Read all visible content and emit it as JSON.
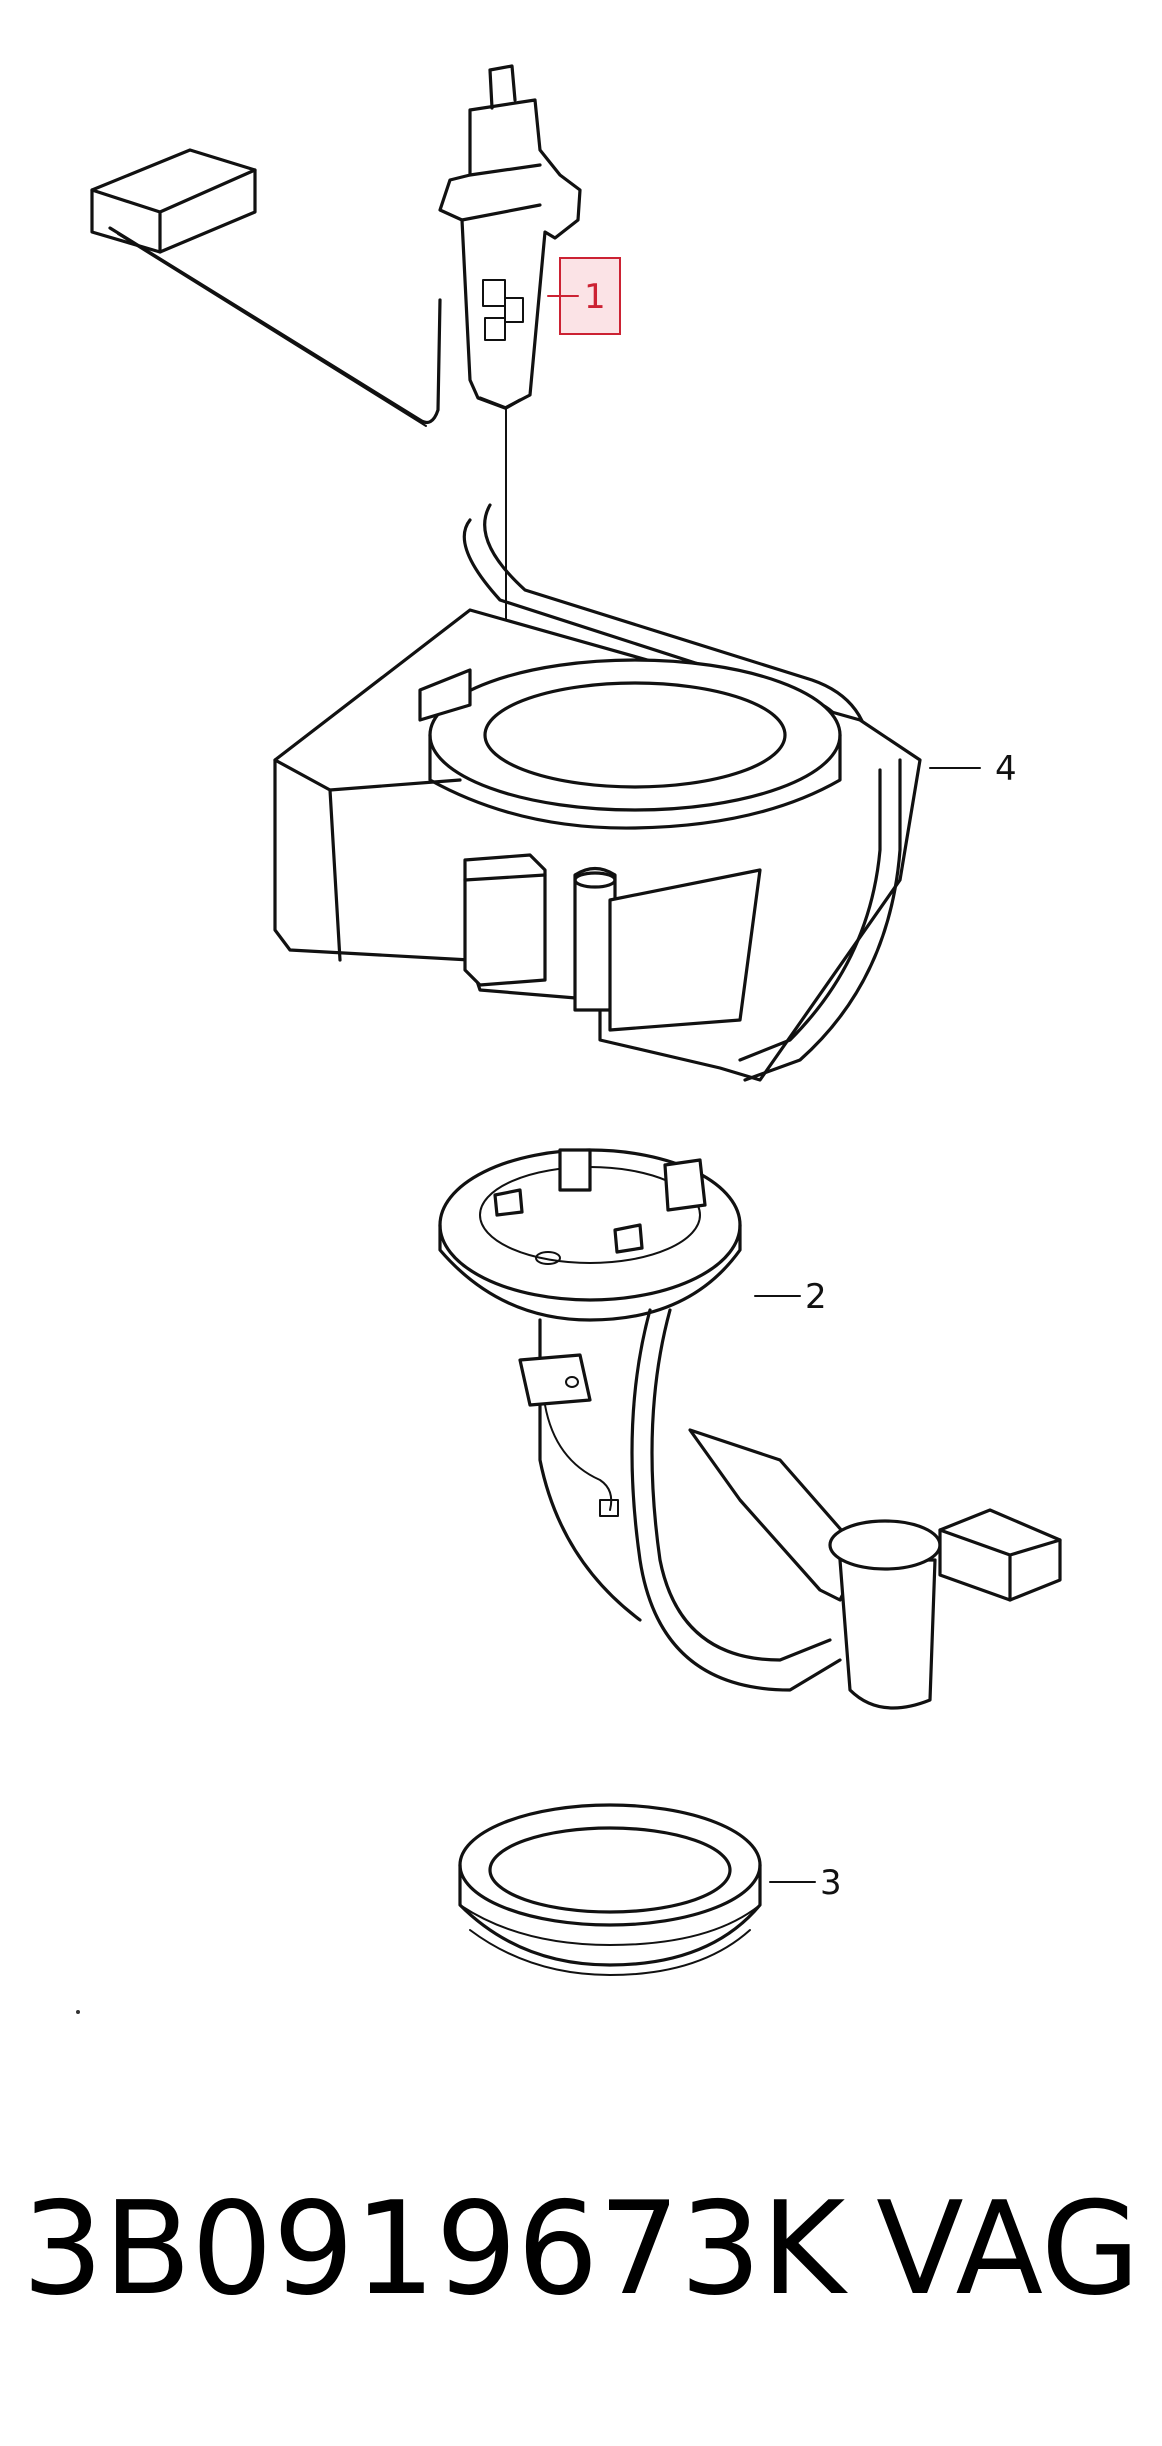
{
  "diagram": {
    "callouts": [
      {
        "id": "1",
        "label": "1",
        "highlighted": true
      },
      {
        "id": "2",
        "label": "2",
        "highlighted": false
      },
      {
        "id": "3",
        "label": "3",
        "highlighted": false
      },
      {
        "id": "4",
        "label": "4",
        "highlighted": false
      }
    ],
    "highlight_color": "#cc2233",
    "highlight_fill": "#fbe3e6"
  },
  "caption": {
    "part_number": "3B0919673K",
    "brand": "VAG"
  }
}
